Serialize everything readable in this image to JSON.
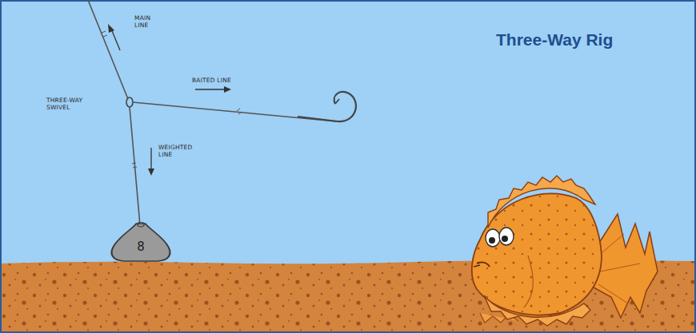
{
  "diagram": {
    "title": "Three-Way Rig",
    "nodes": [
      {
        "text": [
          "8"
        ]
      }
    ],
    "labels": [
      "MAIN LINE",
      "THREE-WAY SWIVEL",
      "BAITED LINE",
      "WEIGHTED LINE"
    ]
  }
}
